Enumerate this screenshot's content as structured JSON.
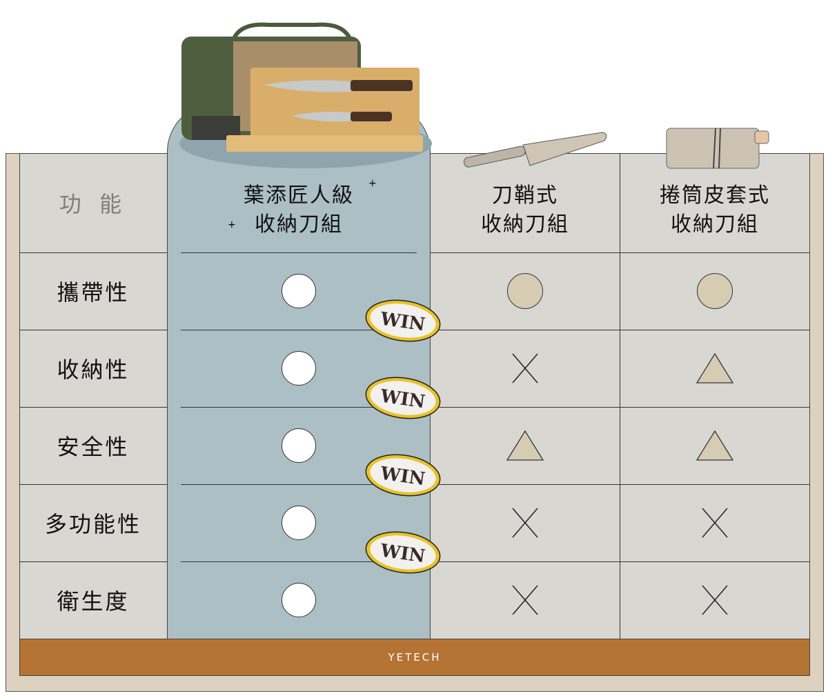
{
  "header": {
    "feature_label": "功 能",
    "columns": [
      {
        "line1": "葉添匠人級",
        "line2": "收納刀組",
        "highlight": true
      },
      {
        "line1": "刀鞘式",
        "line2": "收納刀組"
      },
      {
        "line1": "捲筒皮套式",
        "line2": "收納刀組"
      }
    ]
  },
  "rows": [
    {
      "label": "攜帶性",
      "marks": [
        "circle",
        "circle",
        "circle"
      ],
      "win": false
    },
    {
      "label": "收納性",
      "marks": [
        "circle",
        "cross",
        "triangle"
      ],
      "win": true
    },
    {
      "label": "安全性",
      "marks": [
        "circle",
        "triangle",
        "triangle"
      ],
      "win": true
    },
    {
      "label": "多功能性",
      "marks": [
        "circle",
        "cross",
        "cross"
      ],
      "win": true
    },
    {
      "label": "衛生度",
      "marks": [
        "circle",
        "cross",
        "cross"
      ],
      "win": true
    }
  ],
  "badge": "WIN",
  "footer": "YETECH",
  "colors": {
    "highlight": "#abbfc5",
    "cell": "#d9d7d2",
    "frame": "#dcd2bf",
    "footer": "#b57334",
    "badge_ring": "#e8c22a"
  }
}
